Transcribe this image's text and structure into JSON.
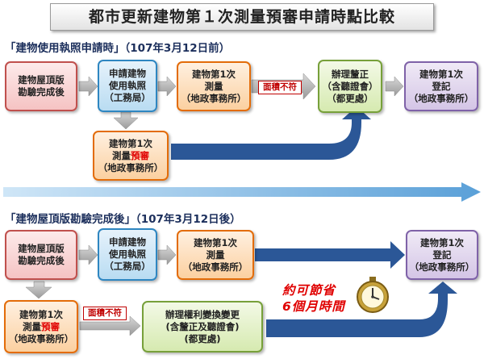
{
  "title": "都市更新建物第１次測量預審申請時點比較",
  "before": {
    "heading": "「建物使用執照申請時」（107年3月12日前）",
    "boxes": {
      "roof": [
        "建物屋頂版",
        "勘驗完成後"
      ],
      "license": [
        "申請建物",
        "使用執照",
        "（工務局）"
      ],
      "survey": [
        "建物第1次",
        "測量",
        "（地政事務所）"
      ],
      "adjust": [
        "辦理釐正",
        "（含聽證會）",
        "（都更處）"
      ],
      "register": [
        "建物第1次",
        "登記",
        "（地政事務所）"
      ],
      "presurvey": {
        "line1": "建物第1次",
        "line2a": "測量",
        "line2b": "預審",
        "line3": "（地政事務所）"
      }
    },
    "tag": "面積不符"
  },
  "after": {
    "heading": "「建物屋頂版勘驗完成後」（107年3月12日後）",
    "boxes": {
      "roof": [
        "建物屋頂版",
        "勘驗完成後"
      ],
      "license": [
        "申請建物",
        "使用執照",
        "（工務局）"
      ],
      "survey": [
        "建物第1次",
        "測量",
        "（地政事務所）"
      ],
      "register": [
        "建物第1次",
        "登記",
        "（地政事務所）"
      ],
      "presurvey": {
        "line1": "建物第1次",
        "line2a": "測量",
        "line2b": "預審",
        "line3": "（地政事務所）"
      },
      "rights": [
        "辦理權利變換變更",
        "(含釐正及聽證會)",
        "(都更處)"
      ]
    },
    "tag": "面積不符",
    "saving": [
      "約可節省",
      "6個月時間"
    ]
  },
  "colors": {
    "arrow": "#2b5797",
    "divider": "#5aa0d8",
    "tag_red": "#c00000"
  },
  "icons": {
    "clock": "stopwatch-icon"
  }
}
